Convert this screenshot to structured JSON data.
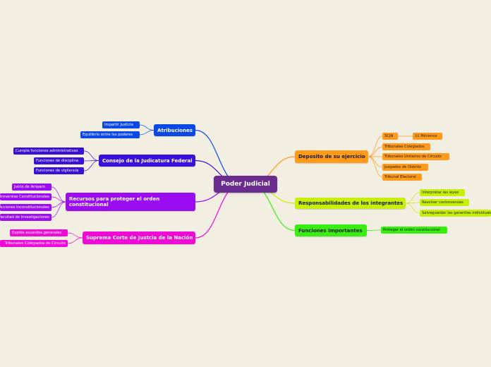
{
  "colors": {
    "root": "#6a2c8e",
    "atribuciones": "#0a49e6",
    "consejo": "#3a0fd8",
    "recursos": "#9b0cf0",
    "suprema": "#f00ad6",
    "deposito": "#ff9a1a",
    "responsabilidades": "#c6f00a",
    "funciones": "#38ee10"
  },
  "root": {
    "label": "Poder Judicial"
  },
  "branches": {
    "atribuciones": {
      "label": "Atribuciones",
      "children": [
        "Impartir Justicia",
        "Equilibrio entre los poderes"
      ]
    },
    "consejo": {
      "label": "Consejo de la Judicatura Federal",
      "children": [
        "Cumple funciones administrativas",
        "Funciones de disciplina",
        "Funciones de vigilancia"
      ]
    },
    "recursos": {
      "label": "Recursos para proteger el orden constitucional",
      "children": [
        "Juicio de Amparo",
        "Controversias Constitucionales",
        "Acciones Inconstitucionales",
        "Facultad de Investigaciones"
      ]
    },
    "suprema": {
      "label": "Suprema Corte de Justcia de la Nación",
      "children": [
        "Expide acuerdos generales",
        "Tribunales Colegiados de Circuito"
      ]
    },
    "deposito": {
      "label": "Deposito de su ejercicio",
      "children": [
        "SCJN",
        "Tribunales Colegiados",
        "Tribunales Unitarios de Circuito",
        "Juzgados de Distrito",
        "Tribunal Electoral"
      ],
      "grandchild": "11 Ministros"
    },
    "responsabilidades": {
      "label": "Responsabilidades de los integrantes",
      "children": [
        "Interpretar las leyes",
        "Resolver controversias",
        "Salvaguardar las garantías individuales"
      ]
    },
    "funciones": {
      "label": "Funciones Importantes",
      "children": [
        "Proteger el orden constiucional"
      ]
    }
  }
}
